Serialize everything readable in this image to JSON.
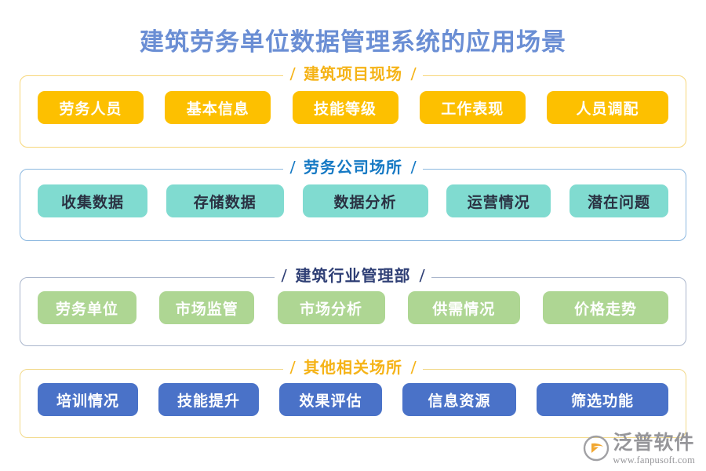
{
  "page": {
    "title": "建筑劳务单位数据管理系统的应用场景",
    "title_color": "#6a8ed4",
    "background": "#ffffff"
  },
  "sections": [
    {
      "id": "construction-site",
      "label": "建筑项目现场",
      "slash_left": "/",
      "slash_right": "/",
      "border_color": "#f7d77a",
      "label_color": "#f5b317",
      "pill_bg": "#fdc000",
      "pill_text_color": "#ffffff",
      "items": [
        {
          "label": "劳务人员"
        },
        {
          "label": "基本信息"
        },
        {
          "label": "技能等级"
        },
        {
          "label": "工作表现"
        },
        {
          "label": "人员调配"
        }
      ]
    },
    {
      "id": "labor-company",
      "label": "劳务公司场所",
      "slash_left": "/",
      "slash_right": "/",
      "border_color": "#8cb8e0",
      "label_color": "#1579c4",
      "pill_bg": "#80dbd0",
      "pill_text_color": "#2a3142",
      "items": [
        {
          "label": "收集数据"
        },
        {
          "label": "存储数据"
        },
        {
          "label": "数据分析"
        },
        {
          "label": "运营情况"
        },
        {
          "label": "潜在问题"
        }
      ]
    },
    {
      "id": "industry-admin",
      "label": "建筑行业管理部",
      "slash_left": "/",
      "slash_right": "/",
      "border_color": "#aab6cc",
      "label_color": "#2f3f75",
      "pill_bg": "#aed693",
      "pill_text_color": "#ffffff",
      "items": [
        {
          "label": "劳务单位"
        },
        {
          "label": "市场监管"
        },
        {
          "label": "市场分析"
        },
        {
          "label": "供需情况"
        },
        {
          "label": "价格走势"
        }
      ]
    },
    {
      "id": "other-scenarios",
      "label": "其他相关场所",
      "slash_left": "/",
      "slash_right": "/",
      "border_color": "#f2d98a",
      "label_color": "#f5b317",
      "pill_bg": "#4a72c8",
      "pill_text_color": "#ffffff",
      "items": [
        {
          "label": "培训情况"
        },
        {
          "label": "技能提升"
        },
        {
          "label": "效果评估"
        },
        {
          "label": "信息资源"
        },
        {
          "label": "筛选功能"
        }
      ]
    }
  ],
  "watermark": {
    "icon": "fanpu-swoosh-logo-icon",
    "name": "泛普软件",
    "url": "www.fanpusoft.com",
    "color": "#8e8e92",
    "accent_color": "#f0a020"
  }
}
